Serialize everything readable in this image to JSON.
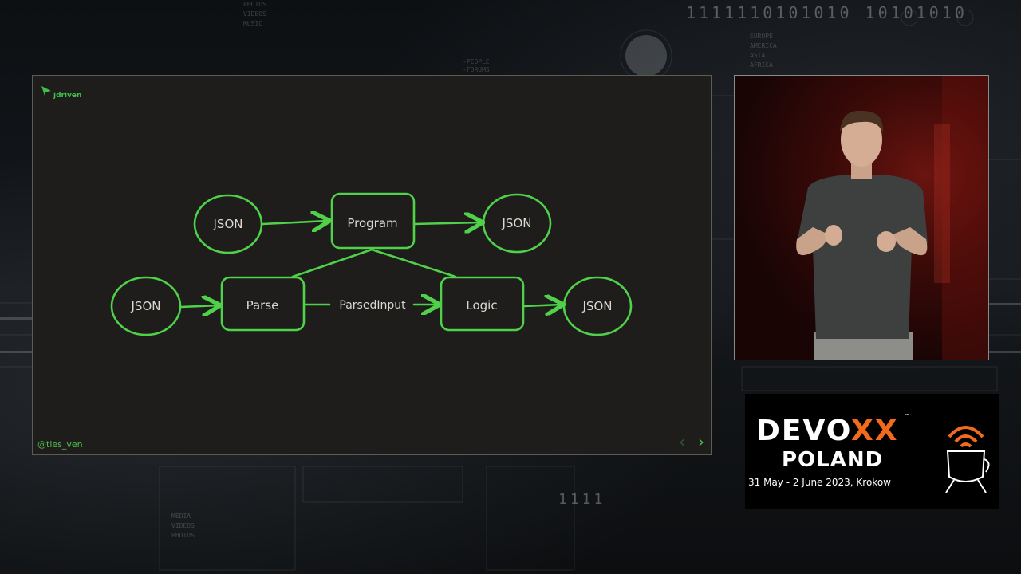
{
  "background": {
    "binary_top": "1111110101010 10101010",
    "binary_bottom": "1111"
  },
  "slide": {
    "logo_text": "jdriven",
    "handle": "@ties_ven",
    "nav_prev": "‹",
    "nav_next": "›",
    "accent_color": "#4fd14a",
    "diagram": {
      "nodes": [
        {
          "id": "json-in-top",
          "shape": "ellipse",
          "label": "JSON"
        },
        {
          "id": "program",
          "shape": "rounded-box",
          "label": "Program"
        },
        {
          "id": "json-out-top",
          "shape": "ellipse",
          "label": "JSON"
        },
        {
          "id": "json-in-bottom",
          "shape": "ellipse",
          "label": "JSON"
        },
        {
          "id": "parse",
          "shape": "rounded-box",
          "label": "Parse"
        },
        {
          "id": "logic",
          "shape": "rounded-box",
          "label": "Logic"
        },
        {
          "id": "json-out-bottom",
          "shape": "ellipse",
          "label": "JSON"
        }
      ],
      "edges": [
        {
          "from": "json-in-top",
          "to": "program",
          "arrow": true
        },
        {
          "from": "program",
          "to": "json-out-top",
          "arrow": true
        },
        {
          "from": "json-in-bottom",
          "to": "parse",
          "arrow": true
        },
        {
          "from": "parse",
          "to": "logic",
          "arrow": true,
          "label": "ParsedInput"
        },
        {
          "from": "logic",
          "to": "json-out-bottom",
          "arrow": true
        },
        {
          "from": "program",
          "to": "parse",
          "arrow": false
        },
        {
          "from": "program",
          "to": "logic",
          "arrow": false
        }
      ]
    }
  },
  "banner": {
    "brand_prefix": "DEVO",
    "brand_x": "XX",
    "trademark": "™",
    "edition": "POLAND",
    "dates": "31 May - 2 June 2023, Krokow",
    "brand_color": "#f26a1b"
  }
}
